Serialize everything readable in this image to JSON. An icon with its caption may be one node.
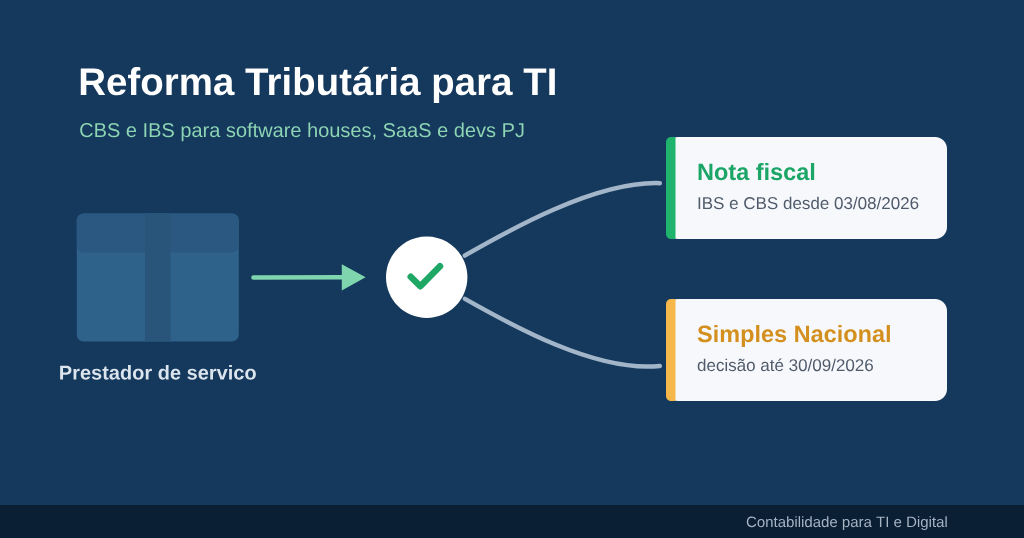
{
  "diagram": {
    "title": "Reforma Tributária para TI",
    "nodes": [
      {
        "text": [],
        "shape": "box",
        "beside": [
          "Prestador de servico"
        ]
      },
      {
        "text": [],
        "shape": "circle"
      },
      {
        "text": [
          "Nota fiscal",
          "IBS e CBS desde 03/08/2026"
        ]
      },
      {
        "text": [
          "Simples Nacional",
          "decisão até 30/09/2026"
        ]
      }
    ],
    "edges": [
      {
        "from": 0,
        "to": 1,
        "arrow": "to",
        "color": "#7fd6ae"
      },
      {
        "from": 1,
        "to": 2,
        "arrow": "none"
      },
      {
        "from": 1,
        "to": 3,
        "arrow": "none"
      }
    ],
    "labels": [
      "CBS e IBS para software houses, SaaS e devs PJ",
      "Contabilidade para TI e Digital"
    ]
  }
}
